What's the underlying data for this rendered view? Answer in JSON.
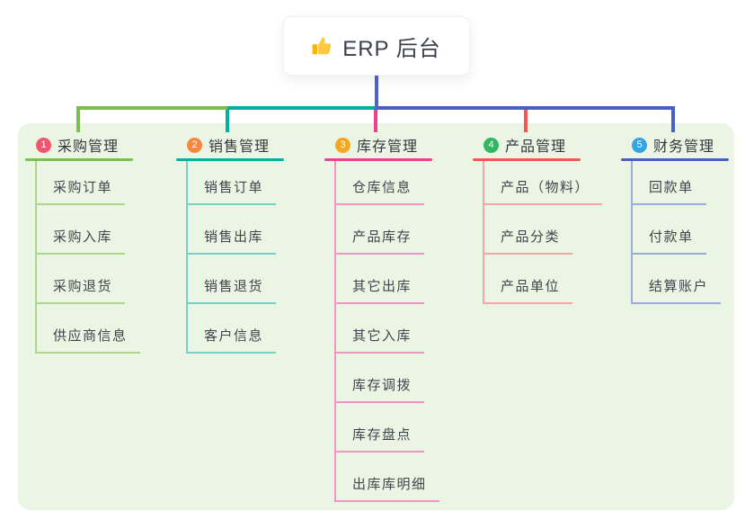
{
  "root": {
    "title": "ERP 后台",
    "icon": "thumbs-up-icon"
  },
  "colors": {
    "root_line": "#4f63cb",
    "panel_bg": "#eaf6e3",
    "card_bg": "#ffffff",
    "thumb_gold": "#f7b500"
  },
  "branches": [
    {
      "badge": "1",
      "label": "采购管理",
      "line_color": "#7cbf4e",
      "child_line_color": "#abd68c",
      "badge_color": "#f2566c",
      "children": [
        "采购订单",
        "采购入库",
        "采购退货",
        "供应商信息"
      ]
    },
    {
      "badge": "2",
      "label": "销售管理",
      "line_color": "#00b0a0",
      "child_line_color": "#76d0c6",
      "badge_color": "#f6873f",
      "children": [
        "销售订单",
        "销售出库",
        "销售退货",
        "客户信息"
      ]
    },
    {
      "badge": "3",
      "label": "库存管理",
      "line_color": "#e8438f",
      "child_line_color": "#f096c2",
      "badge_color": "#f6a623",
      "children": [
        "仓库信息",
        "产品库存",
        "其它出库",
        "其它入库",
        "库存调拨",
        "库存盘点",
        "出库库明细"
      ]
    },
    {
      "badge": "4",
      "label": "产品管理",
      "line_color": "#f25858",
      "child_line_color": "#f7a6a6",
      "badge_color": "#33b563",
      "children": [
        "产品（物料）",
        "产品分类",
        "产品单位"
      ]
    },
    {
      "badge": "5",
      "label": "财务管理",
      "line_color": "#4a5fc6",
      "child_line_color": "#9dabdf",
      "badge_color": "#36a4e0",
      "children": [
        "回款单",
        "付款单",
        "结算账户"
      ]
    }
  ]
}
